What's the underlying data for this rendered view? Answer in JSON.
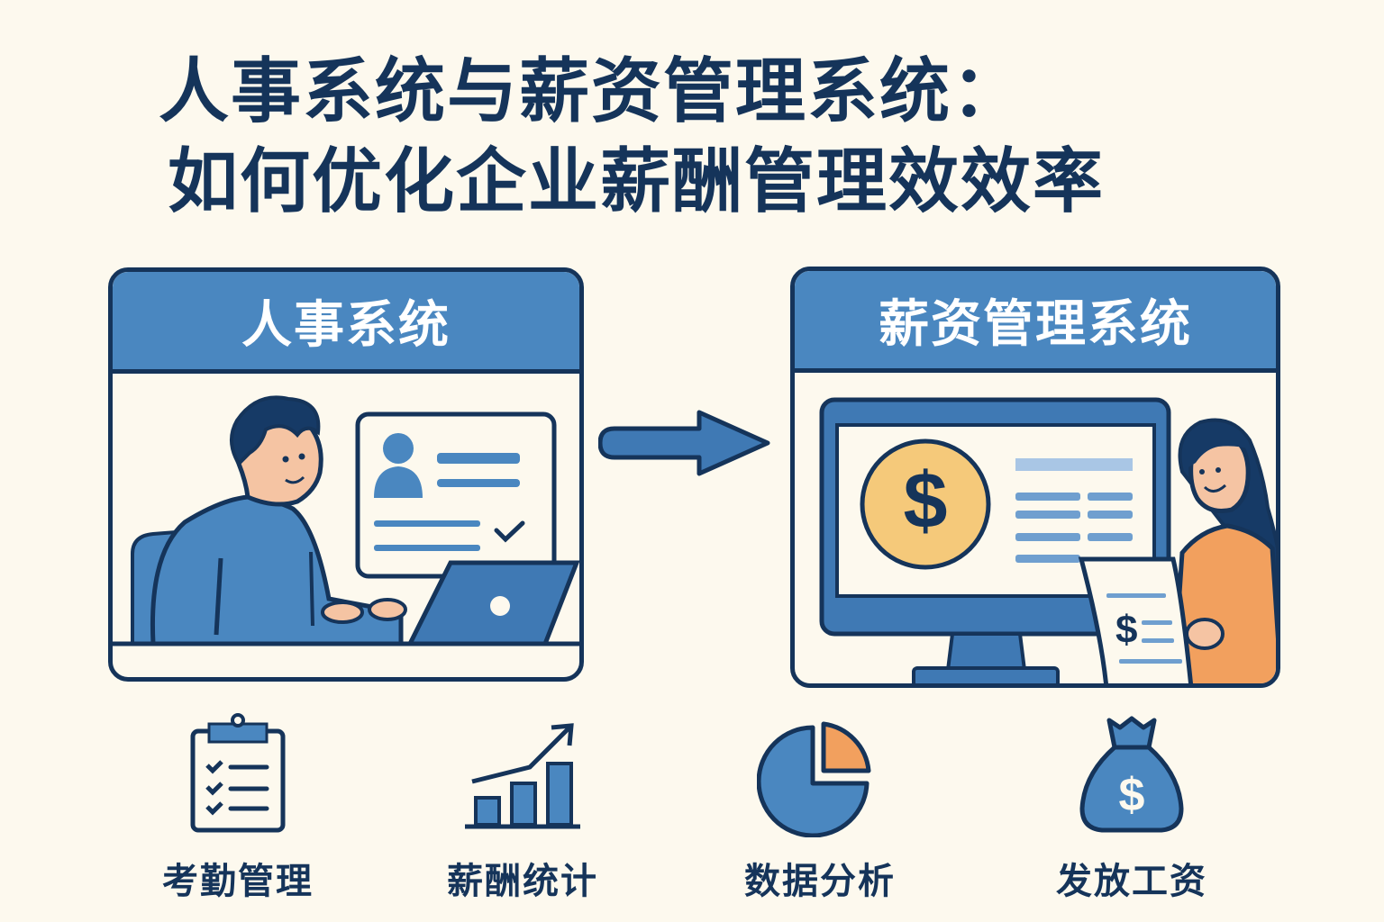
{
  "title": {
    "line1": "人事系统与薪资管理系统：",
    "line2": "如何优化企业薪酬管理效效率"
  },
  "panels": {
    "left": {
      "header": "人事系统",
      "illustration": "man-at-laptop-with-profile-card"
    },
    "right": {
      "header": "薪资管理系统",
      "illustration": "woman-with-payslip-and-monitor"
    }
  },
  "flow_arrow": {
    "icon": "arrow-right-icon",
    "direction": "left-to-right"
  },
  "features": [
    {
      "label": "考勤管理",
      "icon": "clipboard-checklist-icon"
    },
    {
      "label": "薪酬统计",
      "icon": "bar-chart-growth-icon"
    },
    {
      "label": "数据分析",
      "icon": "pie-chart-icon"
    },
    {
      "label": "发放工资",
      "icon": "money-bag-icon"
    }
  ],
  "colors": {
    "background": "#fdf9ee",
    "navy": "#15345a",
    "blue": "#4a87c0",
    "orange": "#f2a05e",
    "gold": "#f5c97a",
    "skin": "#f5c4a3"
  }
}
